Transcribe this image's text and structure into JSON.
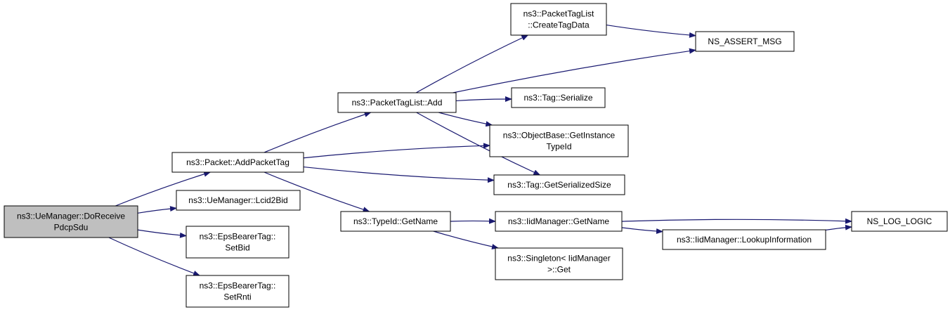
{
  "colors": {
    "edge": "#191970",
    "node_fill": "#ffffff",
    "root_fill": "#bfbfbf",
    "border": "#000000"
  },
  "nodes": [
    {
      "id": "root",
      "lines": [
        "ns3::UeManager::DoReceive",
        "PdcpSdu"
      ],
      "root": true
    },
    {
      "id": "addPacketTag",
      "lines": [
        "ns3::Packet::AddPacketTag"
      ]
    },
    {
      "id": "lcid2bid",
      "lines": [
        "ns3::UeManager::Lcid2Bid"
      ]
    },
    {
      "id": "setBid",
      "lines": [
        "ns3::EpsBearerTag::",
        "SetBid"
      ]
    },
    {
      "id": "setRnti",
      "lines": [
        "ns3::EpsBearerTag::",
        "SetRnti"
      ]
    },
    {
      "id": "ptlAdd",
      "lines": [
        "ns3::PacketTagList::Add"
      ]
    },
    {
      "id": "typeIdGetName",
      "lines": [
        "ns3::TypeId::GetName"
      ]
    },
    {
      "id": "createTagData",
      "lines": [
        "ns3::PacketTagList",
        "::CreateTagData"
      ]
    },
    {
      "id": "tagSerialize",
      "lines": [
        "ns3::Tag::Serialize"
      ]
    },
    {
      "id": "getInstanceTypeId",
      "lines": [
        "ns3::ObjectBase::GetInstance",
        "TypeId"
      ]
    },
    {
      "id": "getSerializedSize",
      "lines": [
        "ns3::Tag::GetSerializedSize"
      ]
    },
    {
      "id": "iidGetName",
      "lines": [
        "ns3::IidManager::GetName"
      ]
    },
    {
      "id": "singletonGet",
      "lines": [
        "ns3::Singleton< IidManager",
        ">::Get"
      ]
    },
    {
      "id": "assertMsg",
      "lines": [
        "NS_ASSERT_MSG"
      ]
    },
    {
      "id": "lookupInfo",
      "lines": [
        "ns3::IidManager::LookupInformation"
      ]
    },
    {
      "id": "logLogic",
      "lines": [
        "NS_LOG_LOGIC"
      ]
    }
  ],
  "edges": [
    {
      "from": "root",
      "to": "addPacketTag"
    },
    {
      "from": "root",
      "to": "lcid2bid"
    },
    {
      "from": "root",
      "to": "setBid"
    },
    {
      "from": "root",
      "to": "setRnti"
    },
    {
      "from": "addPacketTag",
      "to": "ptlAdd"
    },
    {
      "from": "addPacketTag",
      "to": "getInstanceTypeId"
    },
    {
      "from": "addPacketTag",
      "to": "getSerializedSize"
    },
    {
      "from": "addPacketTag",
      "to": "typeIdGetName"
    },
    {
      "from": "ptlAdd",
      "to": "createTagData"
    },
    {
      "from": "ptlAdd",
      "to": "assertMsg"
    },
    {
      "from": "ptlAdd",
      "to": "tagSerialize"
    },
    {
      "from": "ptlAdd",
      "to": "getInstanceTypeId"
    },
    {
      "from": "ptlAdd",
      "to": "getSerializedSize"
    },
    {
      "from": "createTagData",
      "to": "assertMsg"
    },
    {
      "from": "typeIdGetName",
      "to": "iidGetName"
    },
    {
      "from": "typeIdGetName",
      "to": "singletonGet"
    },
    {
      "from": "iidGetName",
      "to": "logLogic"
    },
    {
      "from": "iidGetName",
      "to": "lookupInfo"
    },
    {
      "from": "lookupInfo",
      "to": "logLogic"
    }
  ]
}
